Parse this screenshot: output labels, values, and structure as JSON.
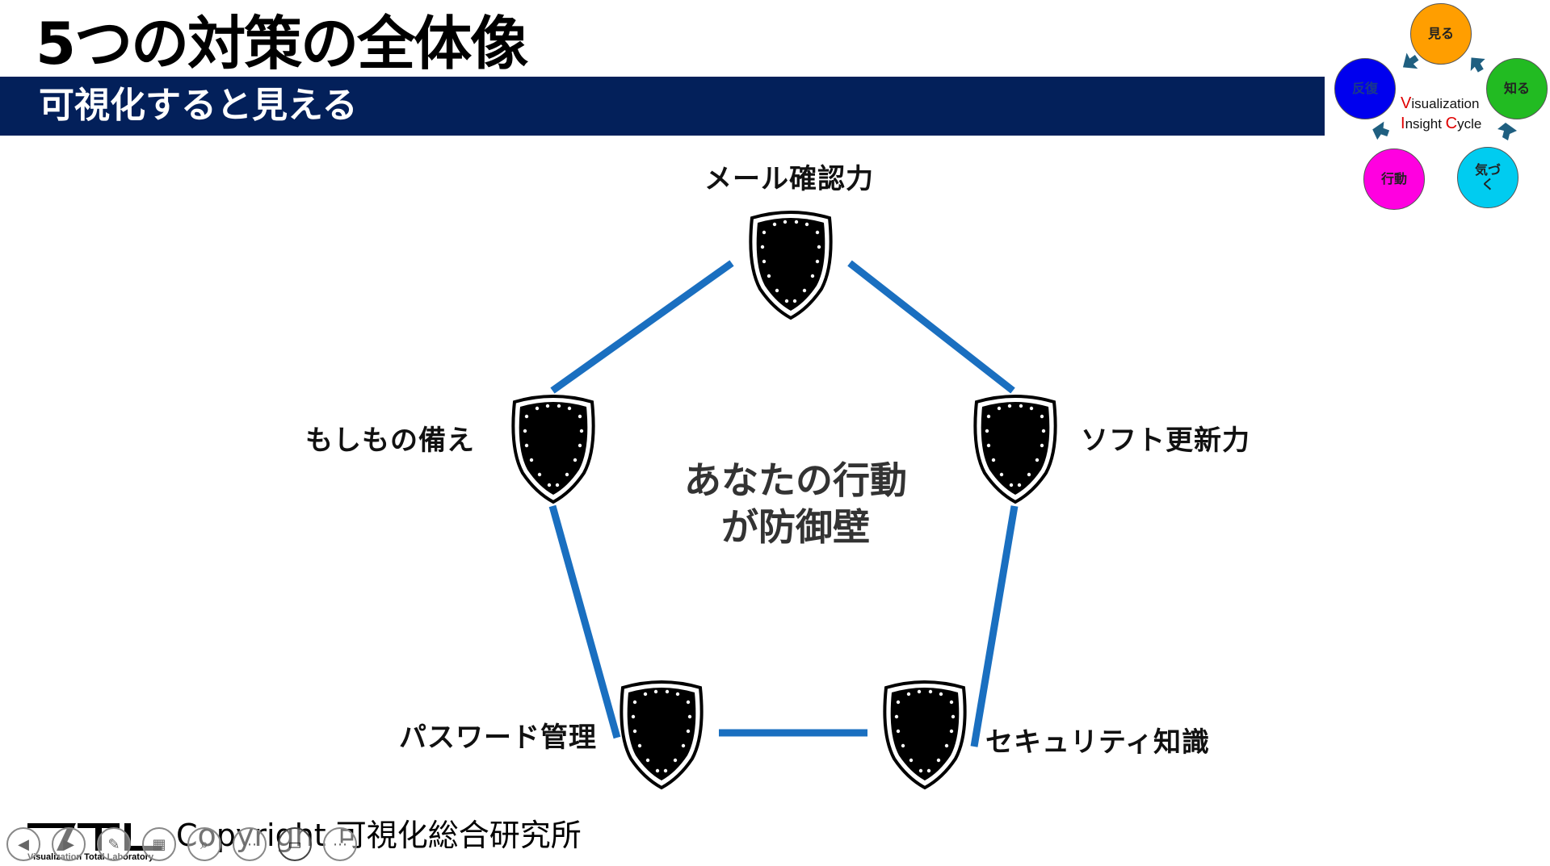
{
  "header": {
    "title": "5つの対策の全体像",
    "subtitle": "可視化すると見える"
  },
  "diagram": {
    "center_text_line1": "あなたの行動",
    "center_text_line2": "が防御壁",
    "nodes": {
      "top": "メール確認力",
      "right": "ソフト更新力",
      "bottom_right": "セキュリティ知識",
      "bottom_left": "パスワード管理",
      "left": "もしもの備え"
    },
    "colors": {
      "edge": "#1a6fc0",
      "shield": "#000000",
      "shield_rivet": "#ffffff"
    }
  },
  "cycle": {
    "nodes": {
      "see": "見る",
      "know": "知る",
      "notice_line1": "気づ",
      "notice_line2": "く",
      "act": "行動",
      "repeat": "反復"
    },
    "caption": {
      "line1_cap": "V",
      "line1_rest": "isualization",
      "line2_cap1": "I",
      "line2_mid": "nsight ",
      "line2_cap2": "C",
      "line2_rest": "ycle"
    },
    "colors": {
      "see": "#ff9e00",
      "know": "#22bb22",
      "notice": "#00ccf0",
      "act": "#ff00e0",
      "repeat": "#0000ee",
      "arrow": "#1f5f80"
    }
  },
  "footer": {
    "logo_text": "VTL",
    "logo_subtext": "Visualization Total Laboratory",
    "copyright": "Copyright 可視化総合研究所"
  },
  "toolbar": {
    "icons": [
      "prev-icon",
      "next-icon",
      "pen-icon",
      "slides-icon",
      "zoom-icon",
      "more-icon",
      "camera-icon",
      "options-icon"
    ]
  }
}
